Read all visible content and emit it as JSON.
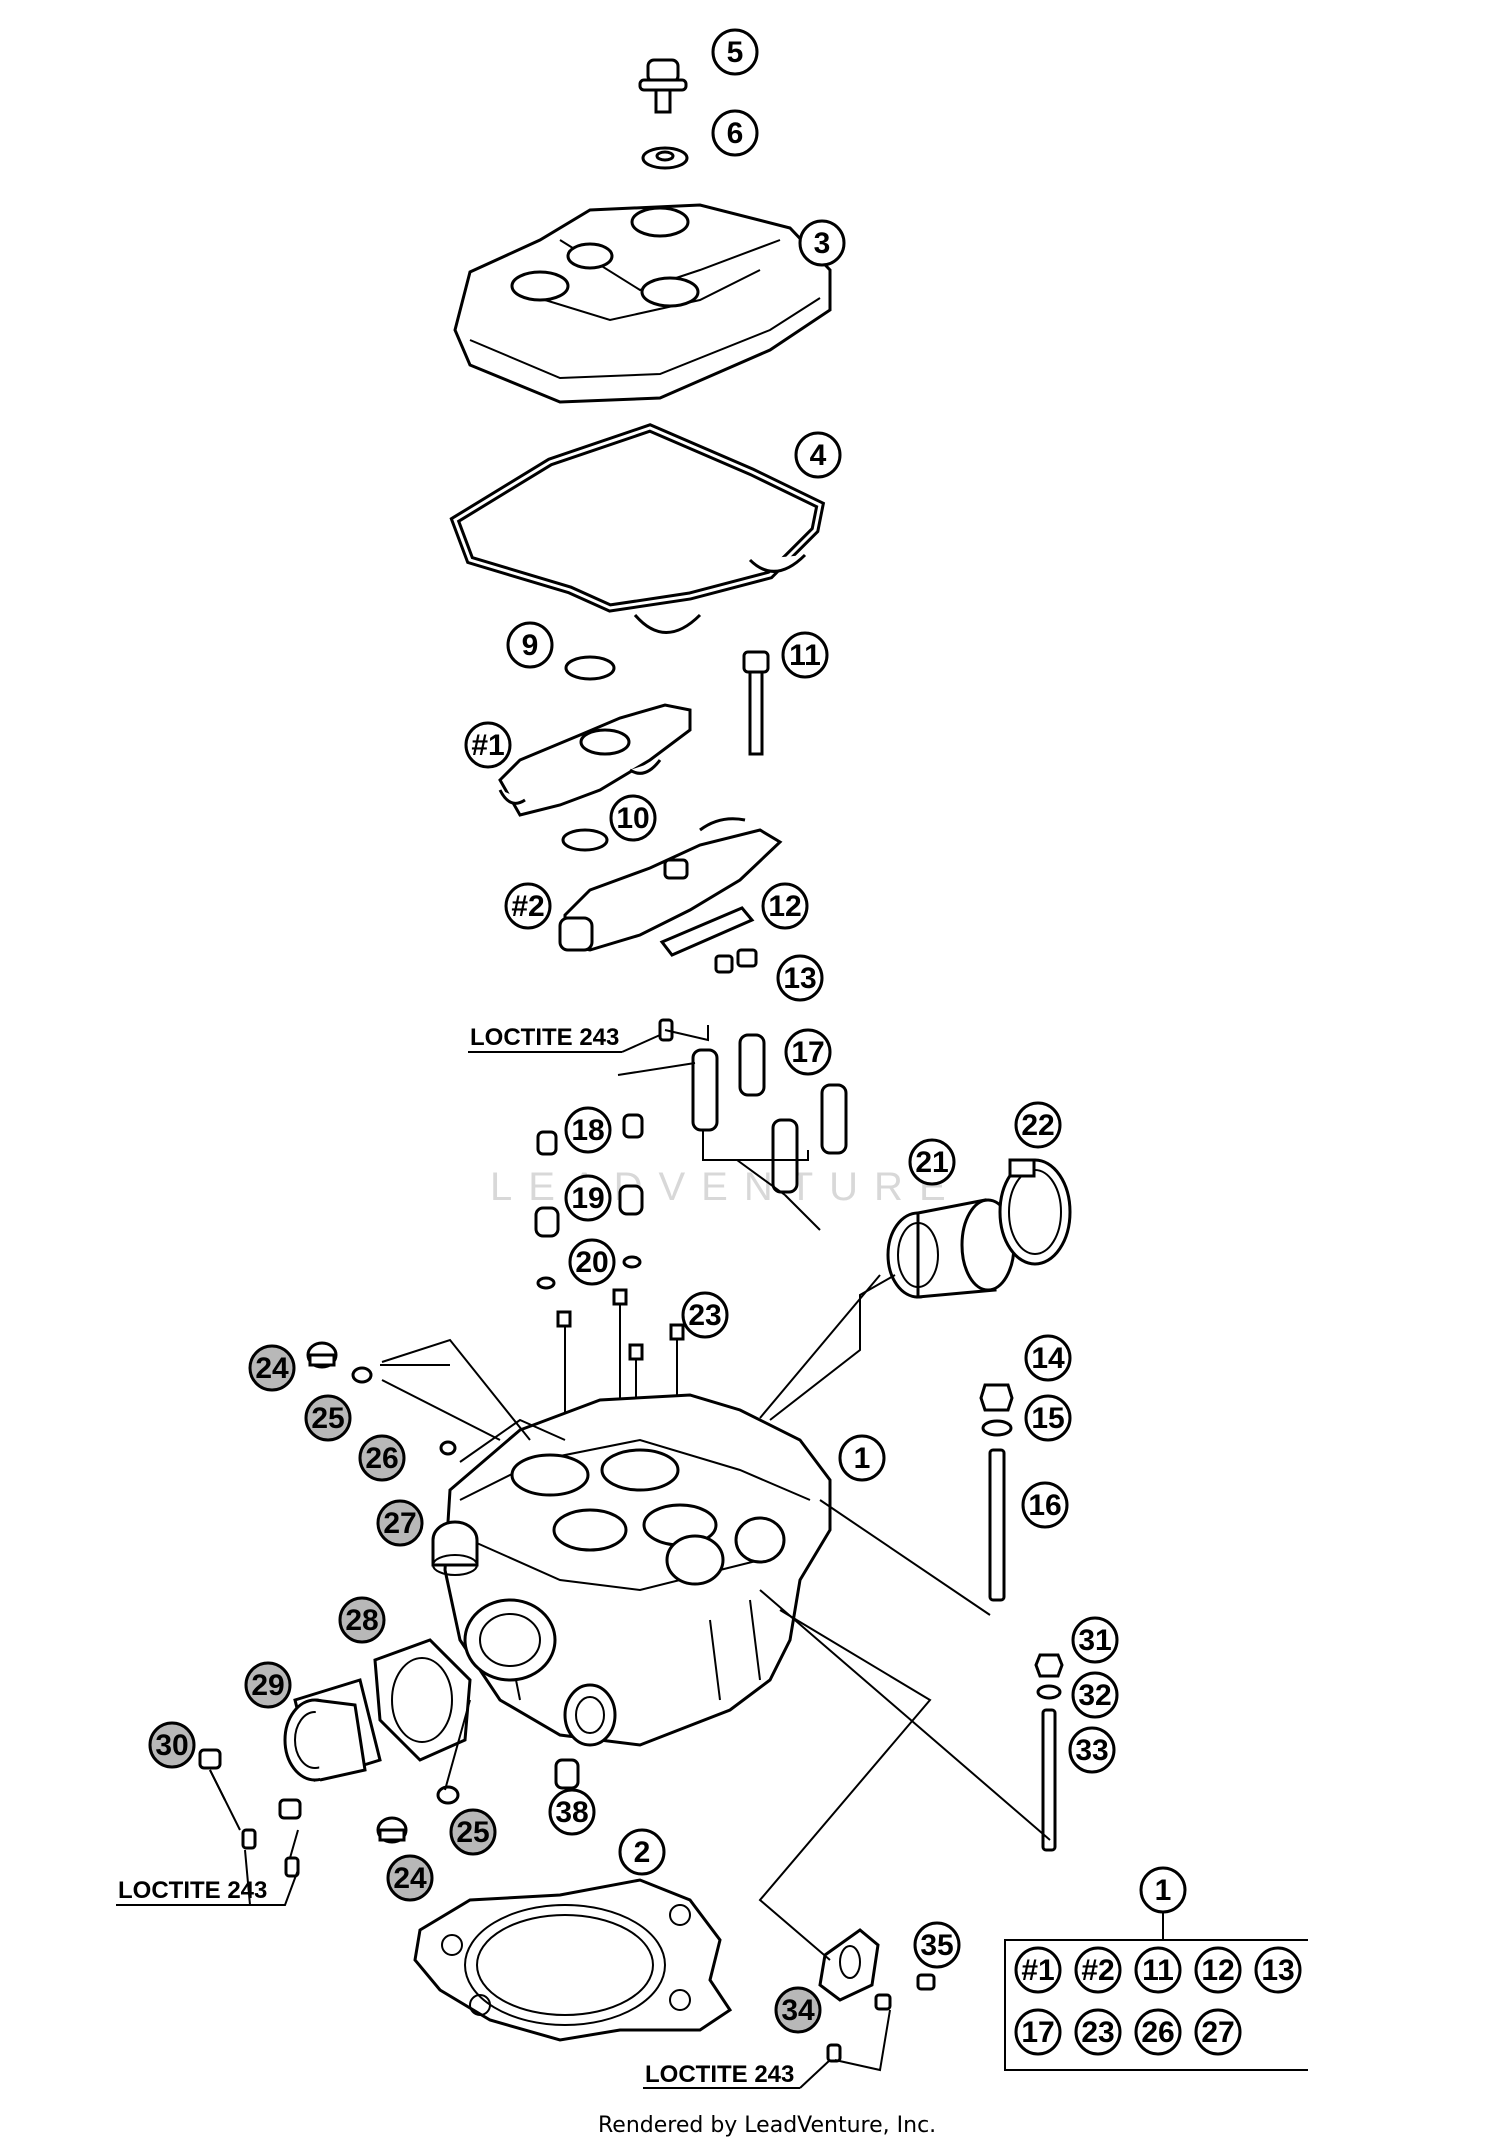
{
  "callouts": [
    {
      "key": "c5",
      "label": "5",
      "filled": false
    },
    {
      "key": "c6",
      "label": "6",
      "filled": false
    },
    {
      "key": "c3",
      "label": "3",
      "filled": false
    },
    {
      "key": "c4",
      "label": "4",
      "filled": false
    },
    {
      "key": "c9",
      "label": "9",
      "filled": false
    },
    {
      "key": "c11",
      "label": "11",
      "filled": false
    },
    {
      "key": "c1a",
      "label": "#1",
      "filled": false
    },
    {
      "key": "c10",
      "label": "10",
      "filled": false
    },
    {
      "key": "c2a",
      "label": "#2",
      "filled": false
    },
    {
      "key": "c12",
      "label": "12",
      "filled": false
    },
    {
      "key": "c13",
      "label": "13",
      "filled": false
    },
    {
      "key": "c17",
      "label": "17",
      "filled": false
    },
    {
      "key": "c18",
      "label": "18",
      "filled": false
    },
    {
      "key": "c19",
      "label": "19",
      "filled": false
    },
    {
      "key": "c20",
      "label": "20",
      "filled": false
    },
    {
      "key": "c21",
      "label": "21",
      "filled": false
    },
    {
      "key": "c22",
      "label": "22",
      "filled": false
    },
    {
      "key": "c23",
      "label": "23",
      "filled": false
    },
    {
      "key": "c24a",
      "label": "24",
      "filled": true
    },
    {
      "key": "c25a",
      "label": "25",
      "filled": true
    },
    {
      "key": "c26",
      "label": "26",
      "filled": true
    },
    {
      "key": "c27",
      "label": "27",
      "filled": true
    },
    {
      "key": "c1",
      "label": "1",
      "filled": false
    },
    {
      "key": "c14",
      "label": "14",
      "filled": false
    },
    {
      "key": "c15",
      "label": "15",
      "filled": false
    },
    {
      "key": "c16",
      "label": "16",
      "filled": false
    },
    {
      "key": "c28",
      "label": "28",
      "filled": true
    },
    {
      "key": "c29",
      "label": "29",
      "filled": true
    },
    {
      "key": "c30",
      "label": "30",
      "filled": true
    },
    {
      "key": "c31",
      "label": "31",
      "filled": false
    },
    {
      "key": "c32",
      "label": "32",
      "filled": false
    },
    {
      "key": "c33",
      "label": "33",
      "filled": false
    },
    {
      "key": "c25b",
      "label": "25",
      "filled": true
    },
    {
      "key": "c38",
      "label": "38",
      "filled": false
    },
    {
      "key": "c24b",
      "label": "24",
      "filled": true
    },
    {
      "key": "c2",
      "label": "2",
      "filled": false
    },
    {
      "key": "c34",
      "label": "34",
      "filled": true
    },
    {
      "key": "c35",
      "label": "35",
      "filled": false
    },
    {
      "key": "kit1",
      "label": "1",
      "filled": false
    }
  ],
  "kit": {
    "row1": [
      "#1",
      "#2",
      "11",
      "12",
      "13"
    ],
    "row2": [
      "17",
      "23",
      "26",
      "27"
    ]
  },
  "notes": [
    "LOCTITE 243",
    "LOCTITE 243",
    "LOCTITE 243"
  ],
  "watermark": "LEADVENTURE",
  "footer": "Rendered by LeadVenture, Inc."
}
